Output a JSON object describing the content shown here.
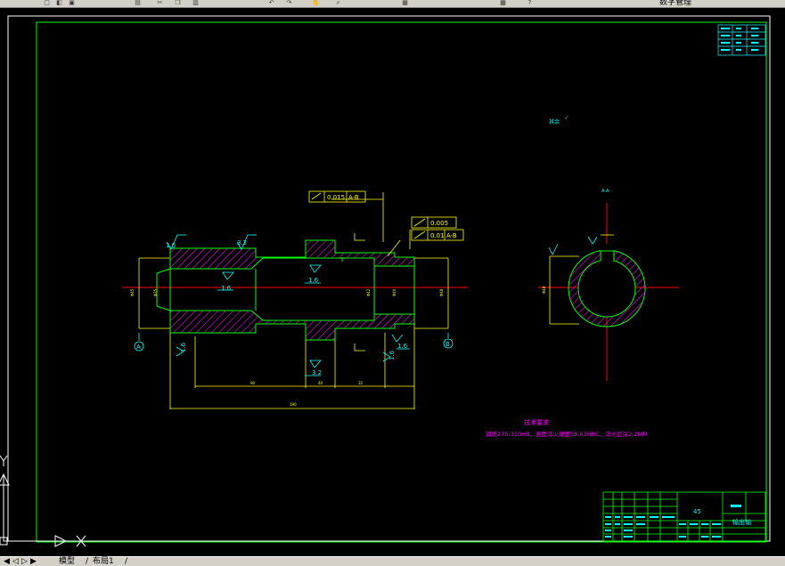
{
  "toolbar": {
    "icons": [
      "new-file-icon",
      "open-file-icon",
      "save-icon",
      "print-icon",
      "cut-icon",
      "copy-icon",
      "paste-icon",
      "undo-icon",
      "redo-icon",
      "pan-icon",
      "zoom-icon",
      "properties-icon",
      "layer-icon",
      "help-icon"
    ],
    "text": "数字管理"
  },
  "drawing": {
    "section_label": "A-A",
    "roughness_note": "其余",
    "tolerance_top_value": "0.015",
    "tolerance_top_datum": "A-B",
    "tolerance_right_upper_value": "0.005",
    "tolerance_right_lower_value": "0.01",
    "tolerance_right_lower_datum": "A-B",
    "roughness_values": [
      "1.6",
      "3.2",
      "1.6",
      "1.6",
      "1.6",
      "1.6",
      "3.2",
      "1.6"
    ],
    "datum_a": "A",
    "datum_b": "B",
    "tech_title": "技术要求",
    "tech_text": "调质275-310HB，表面淬火硬度58-63HRC，淬火层深2-2MM",
    "material": "45",
    "title_name": "输出轴"
  },
  "status": {
    "model_tab": "模型",
    "layout_tab": "布局1"
  },
  "colors": {
    "frame": "#00ff00",
    "dimension": "#ffff00",
    "outline": "#00ff00",
    "hatch": "#ff00ff",
    "centerline": "#ff0000",
    "text_cyan": "#00ffff",
    "text_magenta": "#ff00ff"
  }
}
